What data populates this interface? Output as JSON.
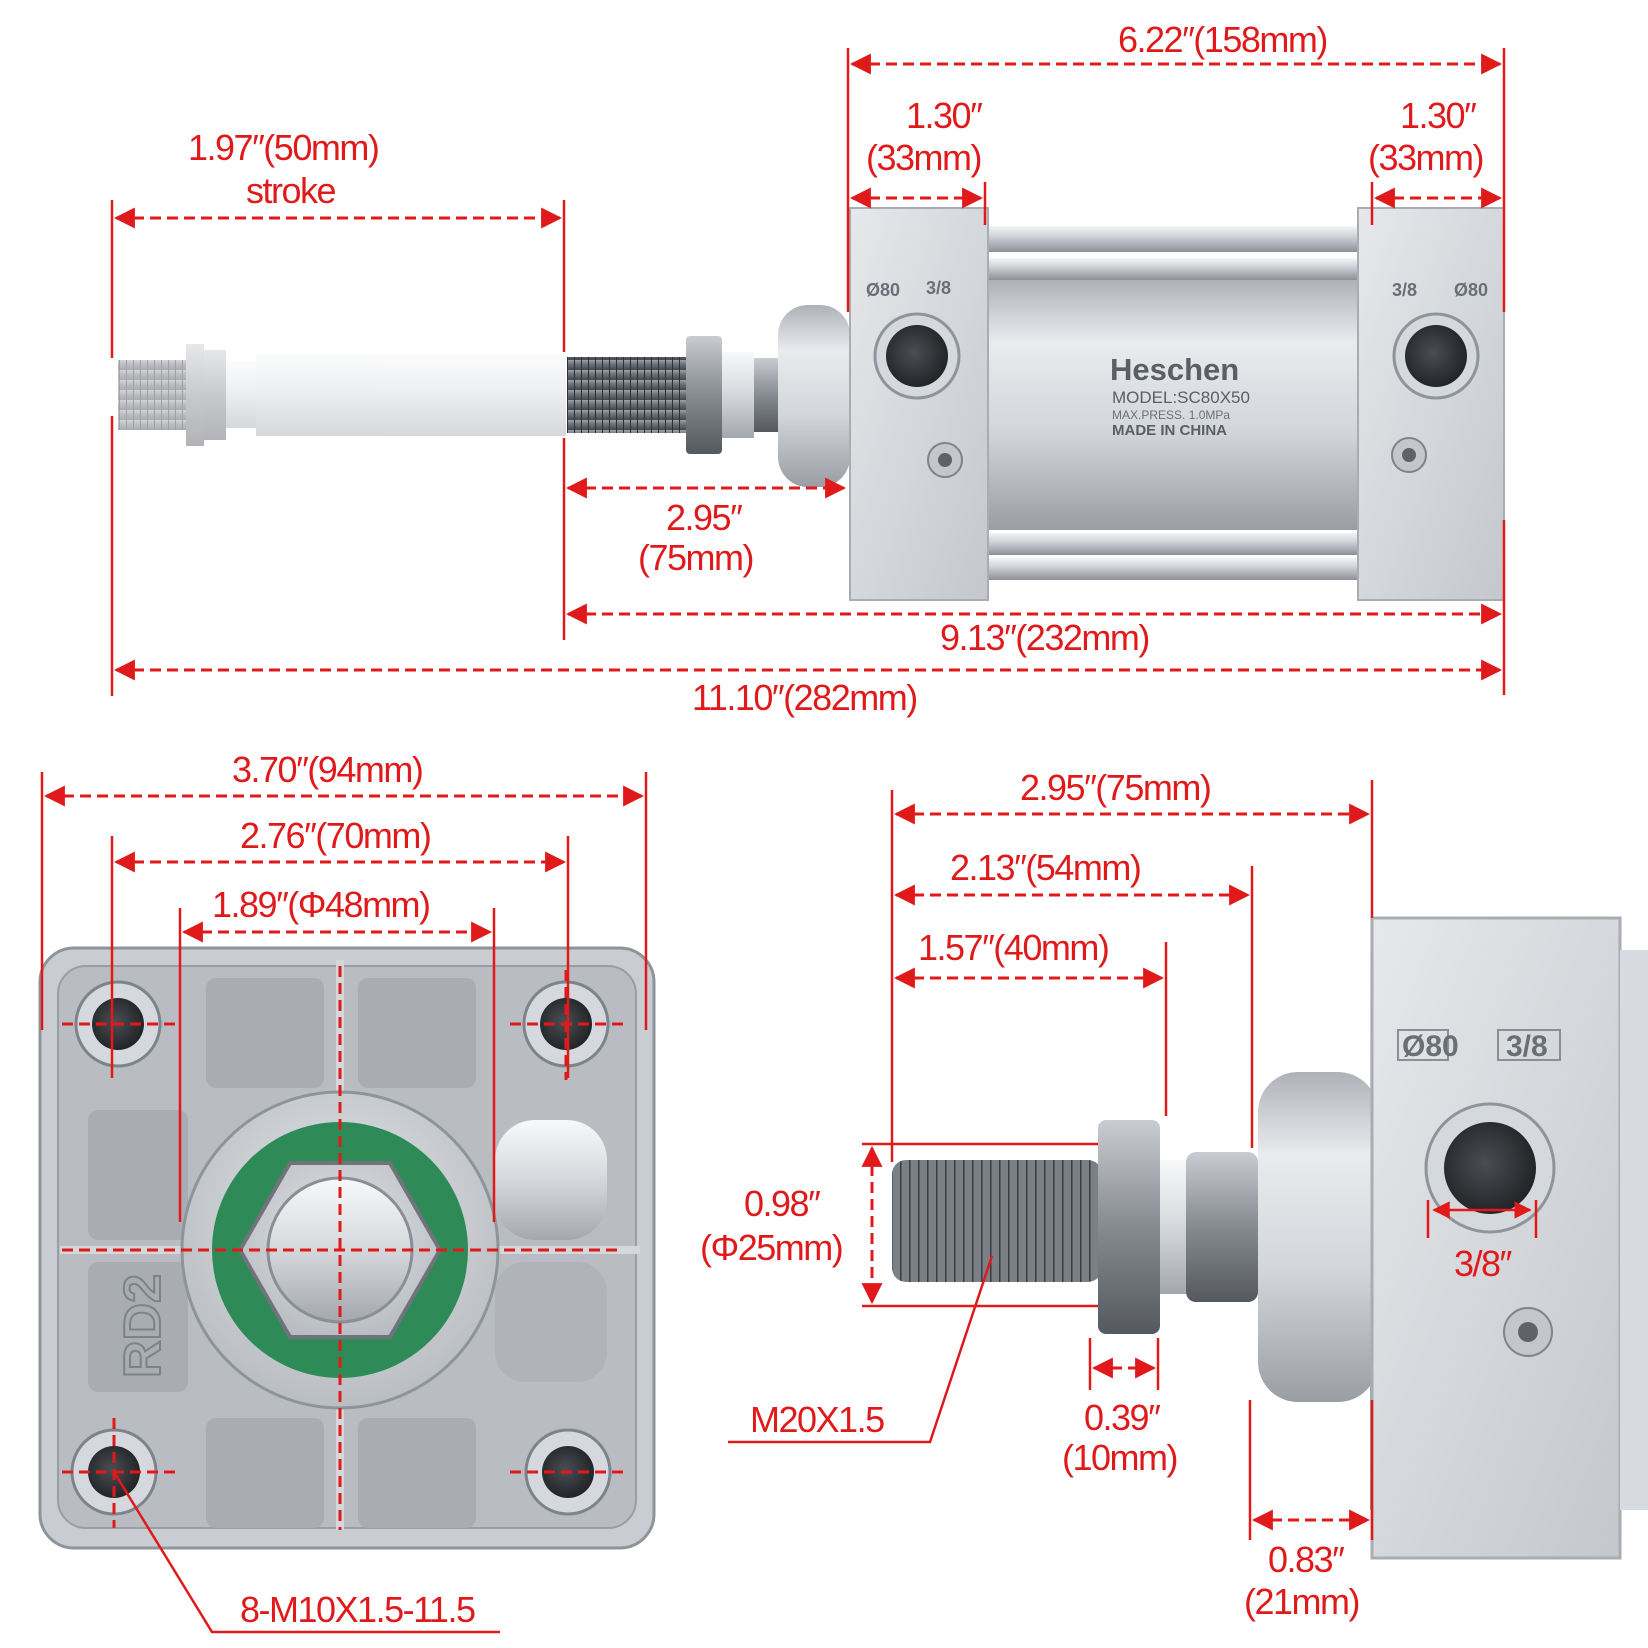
{
  "side_view": {
    "overall_body": "6.22″(158mm)",
    "left_cap_in": "1.30″",
    "left_cap_mm": "(33mm)",
    "right_cap_in": "1.30″",
    "right_cap_mm": "(33mm)",
    "stroke_value": "1.97″(50mm)",
    "stroke_label": "stroke",
    "rod_ext_in": "2.95″",
    "rod_ext_mm": "(75mm)",
    "retracted": "9.13″(232mm)",
    "extended": "11.10″(282mm)"
  },
  "product": {
    "brand": "Heschen",
    "model": "MODEL:SC80X50",
    "pressure": "MAX.PRESS.  1.0MPa",
    "origin": "MADE IN CHINA",
    "bore_mark": "Ø80",
    "port_mark": "3/8"
  },
  "end_view": {
    "width": "3.70″(94mm)",
    "bolt_spacing": "2.76″(70mm)",
    "boss": "1.89″(Φ48mm)",
    "casting_mark": "RD2",
    "mount_threads": "8-M10X1.5-11.5"
  },
  "rod_detail": {
    "total": "2.95″(75mm)",
    "shoulder": "2.13″(54mm)",
    "thread_len": "1.57″(40mm)",
    "thread_dia_in": "0.98″",
    "thread_dia_mm": "(Φ25mm)",
    "thread_spec": "M20X1.5",
    "nut_in": "0.39″",
    "nut_mm": "(10mm)",
    "port_size": "3/8″",
    "boss_in": "0.83″",
    "boss_mm": "(21mm)"
  },
  "colors": {
    "dimension": "#e01a1a",
    "metal": "#c9ccd1",
    "seal": "#2e8a57"
  }
}
